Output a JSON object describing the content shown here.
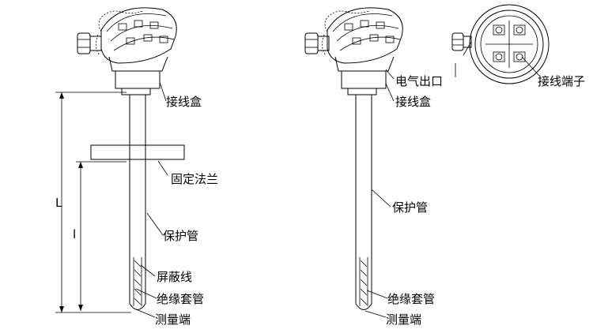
{
  "left_figure": {
    "labels": {
      "junction_box": "接线盒",
      "fixed_flange": "固定法兰",
      "protection_tube": "保护管",
      "shielded_wire": "屏蔽线",
      "insulating_sleeve": "绝缘套管",
      "measuring_end": "测量端"
    },
    "dimensions": {
      "overall_length": "L",
      "insertion_length": "l"
    }
  },
  "right_figure": {
    "labels": {
      "electrical_outlet": "电气出口",
      "junction_box": "接线盒",
      "protection_tube": "保护管",
      "insulating_sleeve": "绝缘套管",
      "measuring_end": "测量端",
      "terminal_block": "接线端子"
    }
  }
}
